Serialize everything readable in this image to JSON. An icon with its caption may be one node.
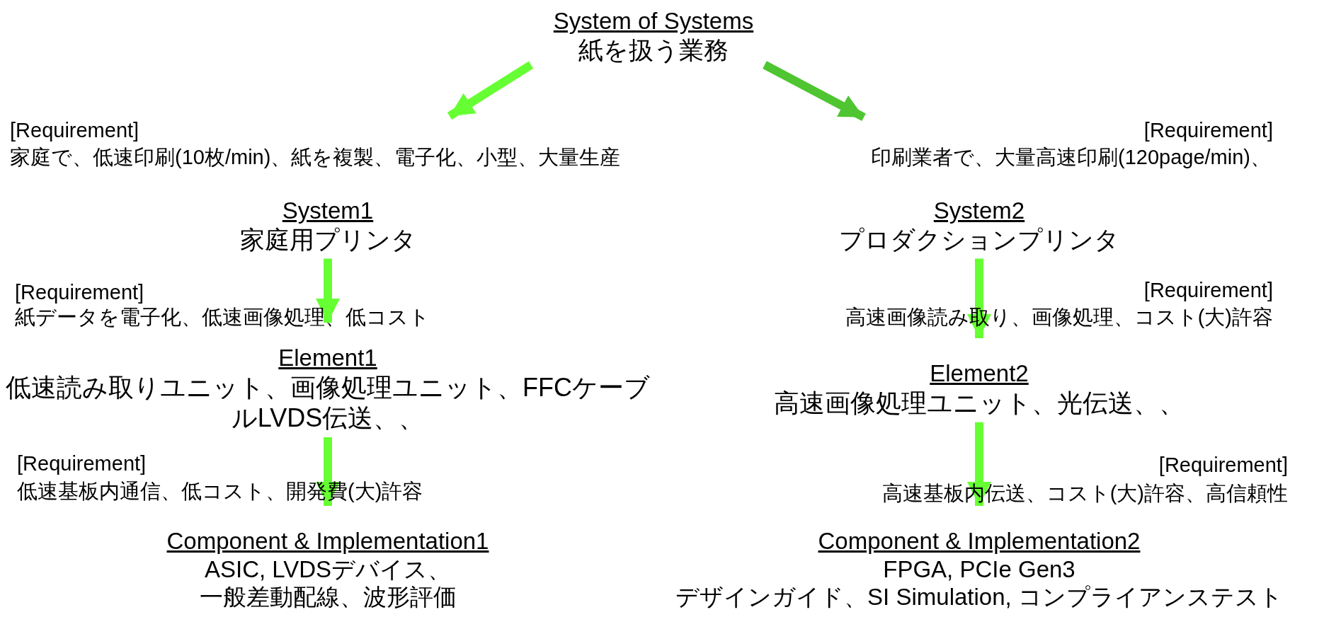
{
  "diagram": {
    "nodes": [
      {
        "text": [
          "System of Systems",
          "紙を扱う業務"
        ]
      },
      {
        "text": [
          "System1",
          "家庭用プリンタ"
        ]
      },
      {
        "text": [
          "System2",
          "プロダクションプリンタ"
        ]
      },
      {
        "text": [
          "Element1",
          "低速読み取りユニット、画像処理ユニット、FFCケーブルLVDS伝送、、"
        ]
      },
      {
        "text": [
          "Element2",
          "高速画像処理ユニット、光伝送、、"
        ]
      },
      {
        "text": [
          "Component  & Implementation1",
          "ASIC, LVDSデバイス、",
          "一般差動配線、波形評価"
        ]
      },
      {
        "text": [
          "Component  & Implementation2",
          "FPGA, PCIe Gen3",
          "デザインガイド、SI Simulation, コンプライアンステスト"
        ]
      }
    ],
    "edges": [
      {
        "from": 0,
        "to": 1,
        "arrow": "to"
      },
      {
        "from": 0,
        "to": 2,
        "arrow": "to",
        "color": "#4fc531"
      },
      {
        "from": 1,
        "to": 3,
        "arrow": "to"
      },
      {
        "from": 2,
        "to": 4,
        "arrow": "to"
      },
      {
        "from": 3,
        "to": 5,
        "arrow": "to"
      },
      {
        "from": 4,
        "to": 6,
        "arrow": "to"
      }
    ],
    "labels": [
      "[Requirement]",
      "家庭で、低速印刷(10枚/min)、紙を複製、電子化、小型、大量生産",
      "[Requirement]",
      "印刷業者で、大量高速印刷(120page/min)、",
      "[Requirement]",
      "紙データを電子化、低速画像処理、低コスト",
      "[Requirement]",
      "高速画像読み取り、画像処理、コスト(大)許容",
      "[Requirement]",
      "低速基板内通信、低コスト、開発費(大)許容",
      "[Requirement]",
      "高速基板内伝送、コスト(大)許容、高信頼性"
    ]
  }
}
